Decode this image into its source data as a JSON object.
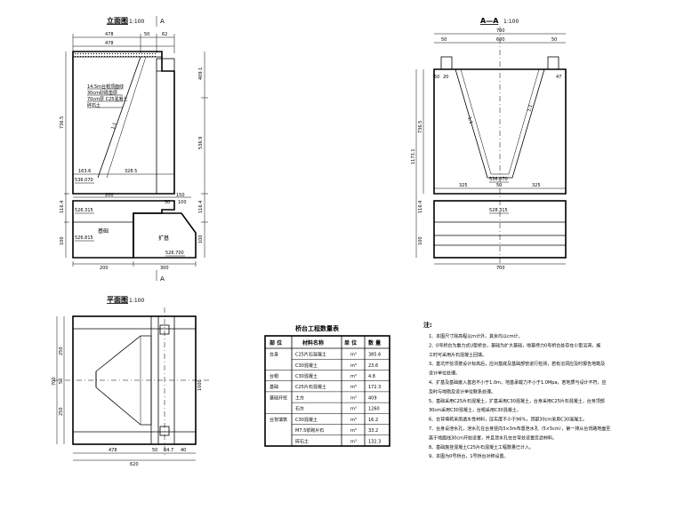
{
  "elevation": {
    "title": "立面图",
    "scale": "1:100",
    "section_marker": "A",
    "dims_top": [
      "478",
      "50",
      "62"
    ],
    "dims_left": [
      "736.5",
      "116.4",
      "100"
    ],
    "dims_right": [
      "409.1",
      "536.9",
      "116.4",
      "100"
    ],
    "dims_bottom": [
      "200",
      "300"
    ],
    "dims_inner": [
      "163.6",
      "328.5",
      "200",
      "150",
      "50",
      "100"
    ],
    "slope": "1:1",
    "levels": [
      "536.070",
      "526.315",
      "526.815",
      "526.700"
    ],
    "fill_labels": [
      "14.5m台帽顶面线",
      "30cm砂砾垫层",
      "70cm厚 C25混凝土",
      "碎石土"
    ],
    "foundation_label": "基础",
    "pile_label": "扩基"
  },
  "section": {
    "title": "A—A",
    "scale": "1:100",
    "dims_top": [
      "700",
      "50",
      "600",
      "50",
      "50",
      "20",
      "47"
    ],
    "dims_left": [
      "736.5",
      "1173.1",
      "116.4",
      "100"
    ],
    "dims_inner": [
      "325",
      "50",
      "325"
    ],
    "slopes": [
      "1:1",
      "1:1"
    ],
    "levels": [
      "536.070",
      "528.315"
    ],
    "dim_bottom": "700"
  },
  "plan": {
    "title": "平面图",
    "scale": "1:100",
    "dims_left": [
      "700",
      "250",
      "50",
      "250"
    ],
    "dims_bottom": [
      "478",
      "50",
      "64.7",
      "40"
    ],
    "dim_total": "620",
    "marker": "1000"
  },
  "table": {
    "title": "桥台工程数量表",
    "headers": [
      "部 位",
      "材料名称",
      "单 位",
      "数 量"
    ],
    "rows": [
      {
        "part": "台身",
        "material": "C25片石混凝土",
        "unit": "m³",
        "qty": "385.6"
      },
      {
        "part": "",
        "material": "C30混凝土",
        "unit": "m³",
        "qty": "23.6"
      },
      {
        "part": "台帽",
        "material": "C30混凝土",
        "unit": "m³",
        "qty": "4.8"
      },
      {
        "part": "基础",
        "material": "C25片石混凝土",
        "unit": "m³",
        "qty": "172.3"
      },
      {
        "part": "基础开挖",
        "material": "土方",
        "unit": "m³",
        "qty": "409"
      },
      {
        "part": "",
        "material": "石方",
        "unit": "m³",
        "qty": "1260"
      },
      {
        "part": "台背填筑",
        "material": "C30混凝土",
        "unit": "m³",
        "qty": "16.2"
      },
      {
        "part": "",
        "material": "M7.5浆砌片石",
        "unit": "m³",
        "qty": "33.2"
      },
      {
        "part": "",
        "material": "碎石土",
        "unit": "m³",
        "qty": "132.3"
      }
    ]
  },
  "notes": {
    "heading": "注:",
    "items": [
      "1、本图尺寸除高程以m计外，其余均以cm计。",
      "2、0号桥台为重力式U型桥台，基础为扩大基础，地基持力0号桥台处存在小型溶洞，施",
      "   工时可采用片石混凝土回填。",
      "3、基坑开挖须按设计标高后，应对基底及基础部管进行检测，若有溶洞应及时报告地勘及",
      "   设计单位处理。",
      "4、扩基及基础嵌入基岩不小于1.0m，地基承载力不小于1.0Mpa，若地质与设计不符，应",
      "   及时与地勘及设计单位联系处理。",
      "5、基础采用C25片石混凝土，扩基采用C30混凝土，台身采用C25片石混凝土，台身顶部",
      "   30cm采用C30混凝土，台帽采用C30混凝土。",
      "6、台背填筑采用透水性材料，压实度不小于96%，顶部30cm采用C30混凝土。",
      "7、台身设泄水孔，泄水孔在台身竖向3×3m布置泄水孔（5×5cm），第一排从台背路地面至",
      "   离于地面线30cm开始设置，并且泄水孔在台背处设置反滤材料。",
      "8、基础施挂混凝土C25片石混凝土工程数量已计入。",
      "9、本图为0号桥台，1号桥台对称设置。"
    ]
  }
}
